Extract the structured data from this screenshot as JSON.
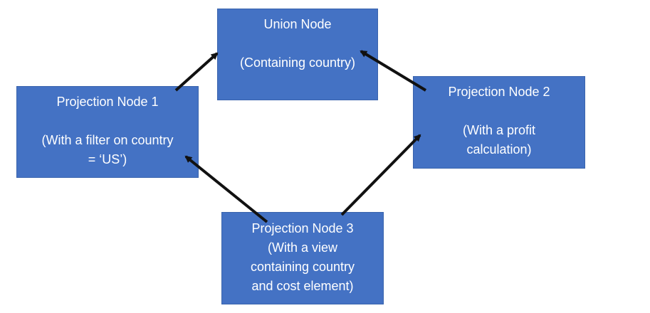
{
  "nodes": {
    "union": {
      "title": "Union Node",
      "detail": "(Containing country)"
    },
    "projection1": {
      "title": "Projection Node 1",
      "detail_lines": [
        "(With a filter on country",
        "= ‘US’)"
      ]
    },
    "projection2": {
      "title": "Projection Node 2",
      "detail_lines": [
        "(With a profit",
        "calculation)"
      ]
    },
    "projection3": {
      "title": "Projection Node 3",
      "detail_lines": [
        "(With a view",
        "containing  country",
        "and cost element)"
      ]
    }
  },
  "colors": {
    "node_fill": "#4472c4",
    "node_text": "#ffffff",
    "arrow": "#111111"
  }
}
